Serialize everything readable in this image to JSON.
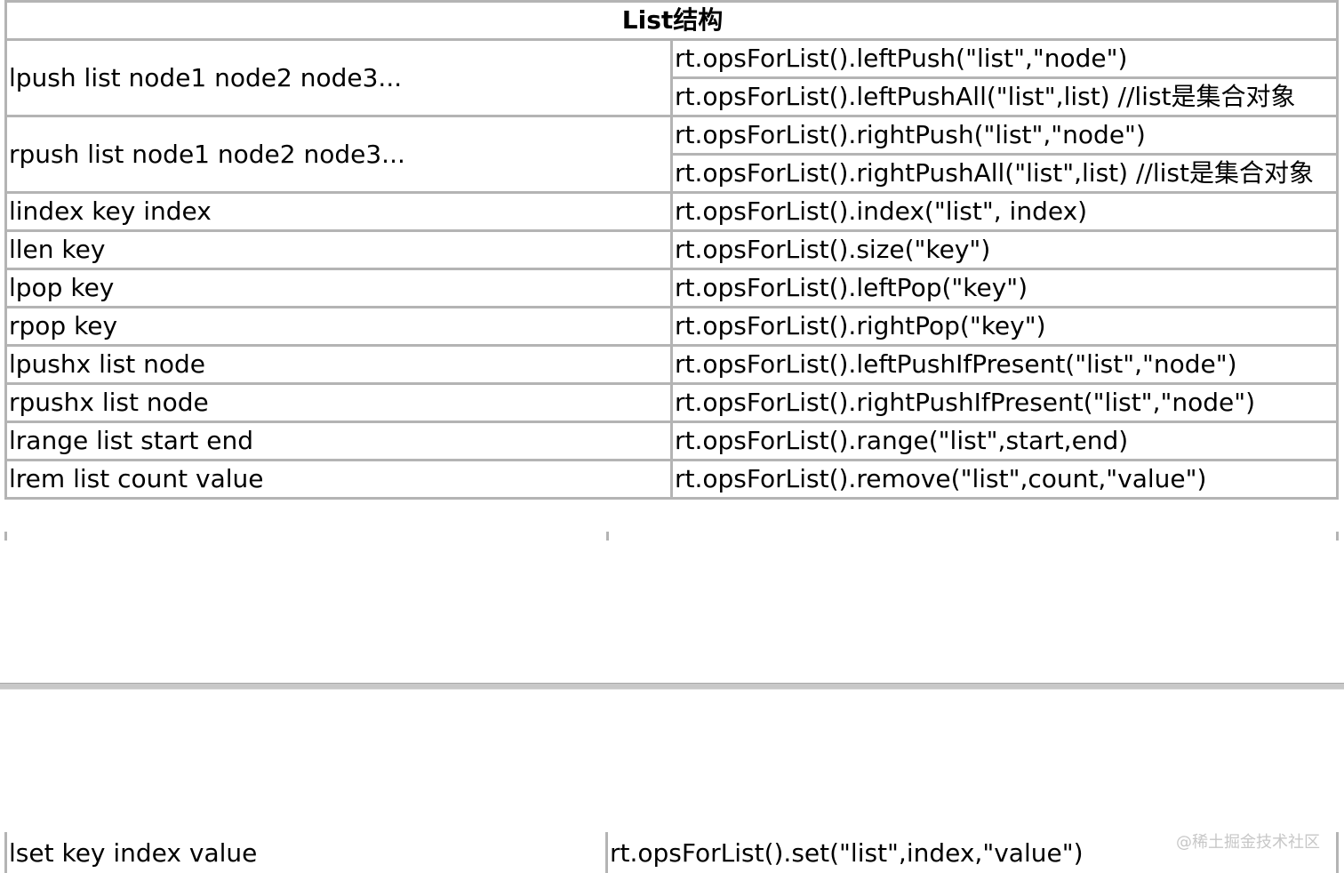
{
  "title": "List结构",
  "rows": [
    {
      "command": "lpush list node1 node2 node3...",
      "methods": [
        "rt.opsForList().leftPush(\"list\",\"node\")",
        "rt.opsForList().leftPushAll(\"list\",list) //list是集合对象"
      ]
    },
    {
      "command": "rpush list node1 node2 node3...",
      "methods": [
        "rt.opsForList().rightPush(\"list\",\"node\")",
        "rt.opsForList().rightPushAll(\"list\",list) //list是集合对象"
      ]
    },
    {
      "command": "lindex key index",
      "methods": [
        "rt.opsForList().index(\"list\", index)"
      ]
    },
    {
      "command": "llen key",
      "methods": [
        "rt.opsForList().size(\"key\")"
      ]
    },
    {
      "command": "lpop key",
      "methods": [
        "rt.opsForList().leftPop(\"key\")"
      ]
    },
    {
      "command": "rpop key",
      "methods": [
        "rt.opsForList().rightPop(\"key\")"
      ]
    },
    {
      "command": "lpushx list node",
      "methods": [
        "rt.opsForList().leftPushIfPresent(\"list\",\"node\")"
      ]
    },
    {
      "command": "rpushx list node",
      "methods": [
        "rt.opsForList().rightPushIfPresent(\"list\",\"node\")"
      ]
    },
    {
      "command": "lrange list start end",
      "methods": [
        "rt.opsForList().range(\"list\",start,end)"
      ]
    },
    {
      "command": "lrem list count value",
      "methods": [
        "rt.opsForList().remove(\"list\",count,\"value\")"
      ]
    }
  ],
  "fragment": {
    "command": "lset key index value",
    "method": "rt.opsForList().set(\"list\",index,\"value\")"
  },
  "watermark": "@稀土掘金技术社区"
}
